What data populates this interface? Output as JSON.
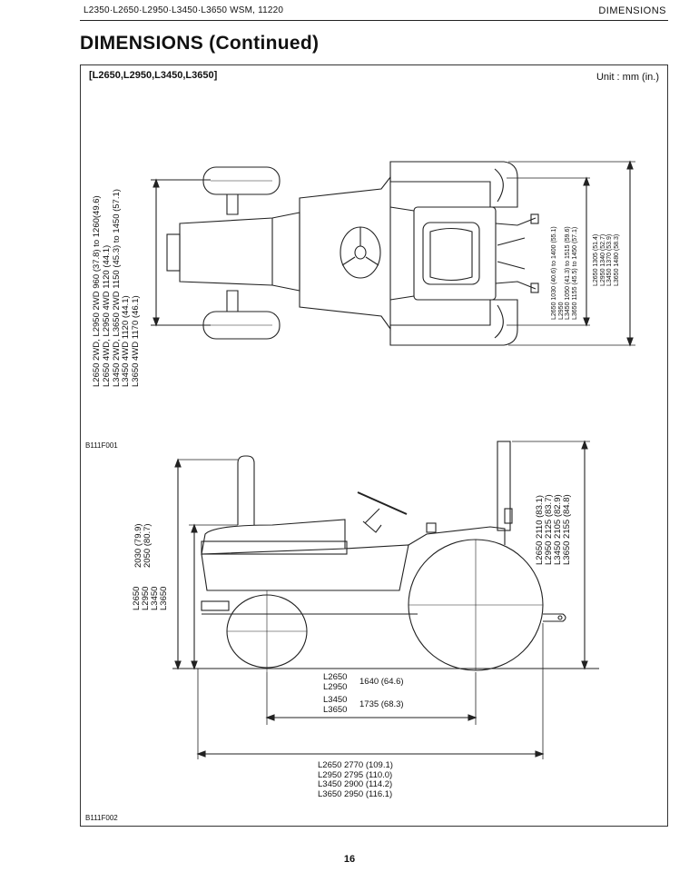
{
  "header": {
    "left": "L2350·L2650·L2950·L3450·L3650  WSM, 11220",
    "right": "DIMENSIONS"
  },
  "title": "DIMENSIONS (Continued)",
  "models": "[L2650,L2950,L3450,L3650]",
  "unit": "Unit : mm (in.)",
  "figure1": {
    "id": "B111F001",
    "front_tread": [
      "L2650 2WD, L2950 2WD 960 (37.8) to 1260(49.6)",
      "L2650 4WD, L2950 4WD 1120 (44.1)",
      "L3450 2WD, L3650 2WD 1150 (45.3) to 1450 (57.1)",
      "L3450 4WD 1120 (44.1)",
      "L3650 4WD 1170 (46.1)"
    ],
    "rear_tread": [
      "L2650 1030 (40.6) to 1400 (55.1)",
      "L2950",
      "L3450 1050 (41.3) to 1515 (59.6)",
      "L3650 1155 (45.5) to 1450 (57.1)"
    ],
    "overall_width": [
      "L2650 1305 (51.4)",
      "L2950 1340 (52.7)",
      "L3450 1370 (53.9)",
      "L3650 1480 (58.3)"
    ]
  },
  "figure2": {
    "id": "B111F002",
    "height_hood": {
      "models": [
        "L2650",
        "L2950",
        "L3450",
        "L3650"
      ],
      "values": [
        "2030 (79.9)",
        "2050 (80.7)"
      ]
    },
    "height_rops": [
      "L2650 2110 (83.1)",
      "L2950 2125 (83.7)",
      "L3450 2105 (82.9)",
      "L3650 2155 (84.8)"
    ],
    "wheelbase": [
      {
        "models": [
          "L2650",
          "L2950"
        ],
        "value": "1640 (64.6)"
      },
      {
        "models": [
          "L3450",
          "L3650"
        ],
        "value": "1735 (68.3)"
      }
    ],
    "overall_length": [
      "L2650 2770 (109.1)",
      "L2950 2795 (110.0)",
      "L3450 2900 (114.2)",
      "L3650 2950 (116.1)"
    ]
  },
  "page_number": "16"
}
